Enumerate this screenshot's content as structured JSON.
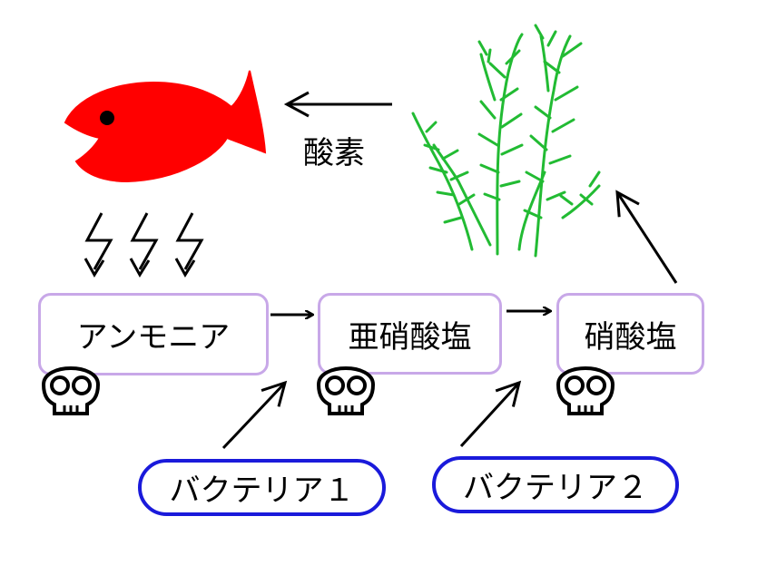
{
  "diagram": {
    "oxygen_label": "酸素",
    "compounds": [
      {
        "label": "アンモニア",
        "toxic": true
      },
      {
        "label": "亜硝酸塩",
        "toxic": true
      },
      {
        "label": "硝酸塩",
        "toxic": true
      }
    ],
    "bacteria": [
      {
        "label": "バクテリア１"
      },
      {
        "label": "バクテリア２"
      }
    ],
    "icons": [
      "fish-icon",
      "plant-icon",
      "waste-zigzag-icon",
      "skull-icon"
    ],
    "colors": {
      "fish": "#ff0000",
      "plant": "#22bb33",
      "compound_border": "#c8a8e8",
      "bacteria_border": "#1a1adb",
      "arrow": "#000000"
    }
  }
}
